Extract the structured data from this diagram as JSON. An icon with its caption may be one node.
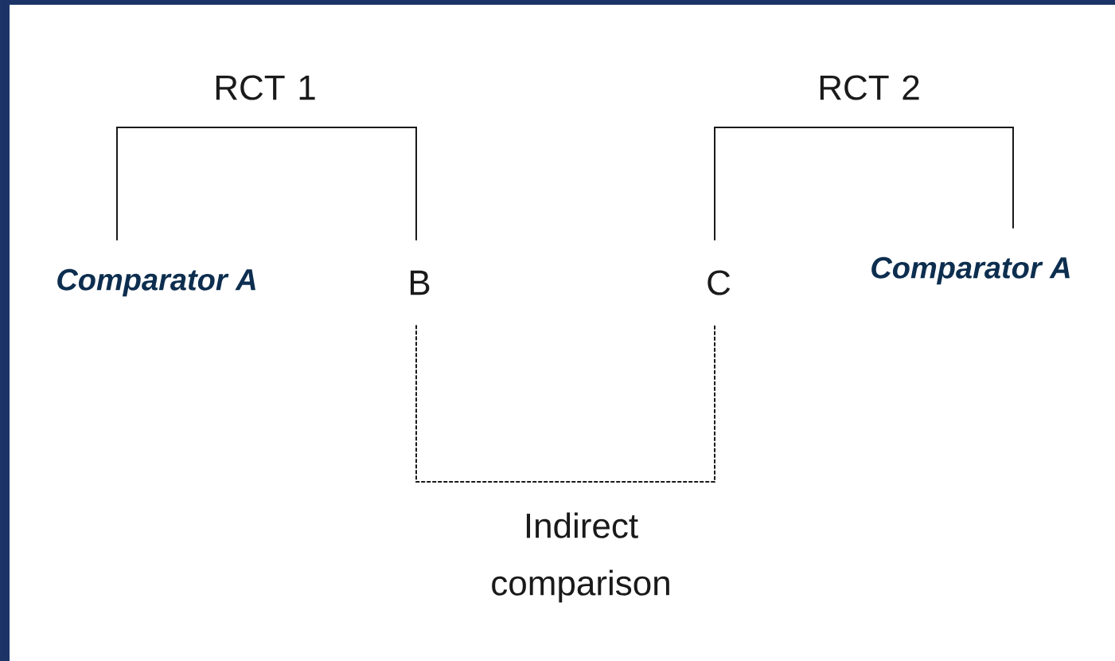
{
  "diagram": {
    "nodes": [
      {
        "text": [
          "*Comparator A*"
        ]
      },
      {
        "text": [
          "B"
        ]
      },
      {
        "text": [
          "C"
        ]
      },
      {
        "text": [
          "*Comparator A*"
        ]
      }
    ],
    "edges": [
      {
        "from": 0,
        "to": 1,
        "arrow": "none",
        "label": "RCT 1"
      },
      {
        "from": 2,
        "to": 3,
        "arrow": "none",
        "label": "RCT 2"
      },
      {
        "from": 1,
        "to": 2,
        "arrow": "none",
        "style": "dashed",
        "label": "Indirect comparison"
      }
    ]
  }
}
